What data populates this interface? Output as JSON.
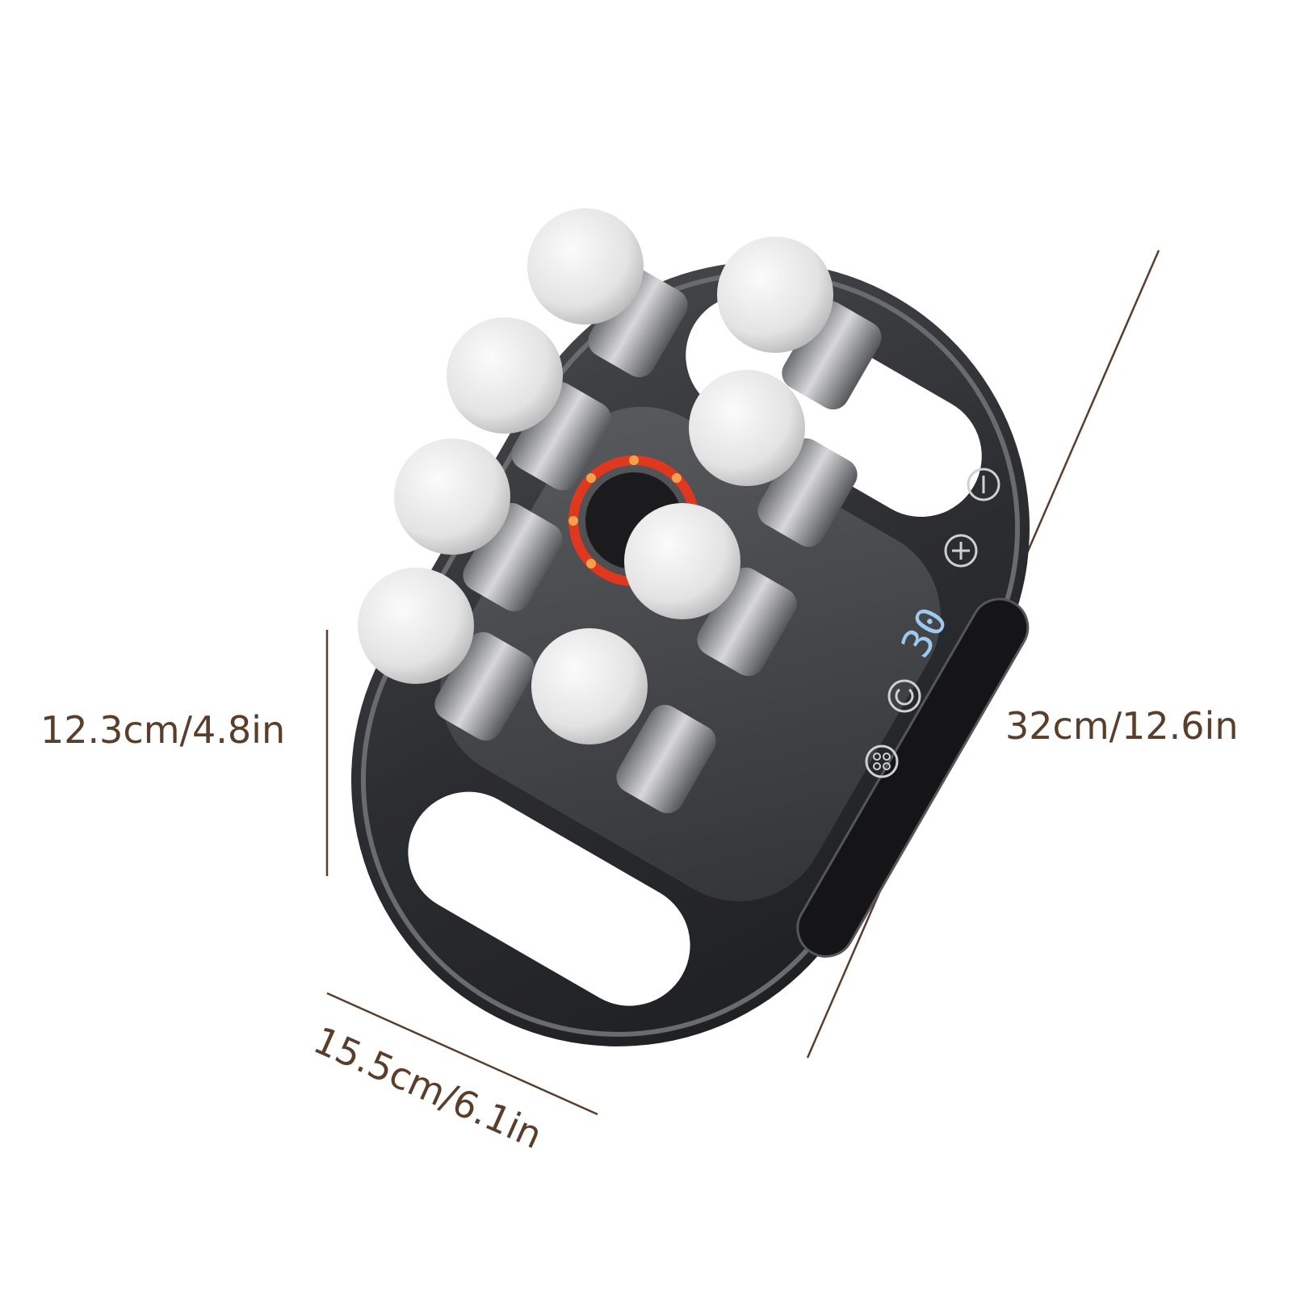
{
  "dimensions": {
    "height": "12.3cm/4.8in",
    "length": "32cm/12.6in",
    "width": "15.5cm/6.1in"
  },
  "display": {
    "timer": "30"
  },
  "colors": {
    "label_text": "#5a3e2b",
    "body": "#3a3b3e",
    "balls": "#e7e7e7",
    "heat_ring": "#e0371f"
  },
  "icons": [
    "minus-icon",
    "plus-icon",
    "power-icon",
    "mode-icon"
  ]
}
